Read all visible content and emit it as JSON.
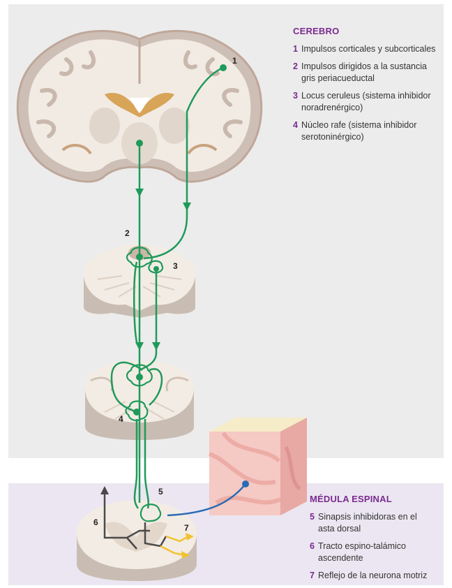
{
  "cerebro": {
    "heading": "CEREBRO",
    "items": [
      {
        "num": "1",
        "text": "Impulsos corticales y subcorticales"
      },
      {
        "num": "2",
        "text": "Impulsos dirigidos a la sustancia gris periacueductal"
      },
      {
        "num": "3",
        "text": "Locus ceruleus (sistema inhibidor noradrenérgico)"
      },
      {
        "num": "4",
        "text": "Núcleo rafe (sistema inhibidor serotoninérgico)"
      }
    ]
  },
  "medula": {
    "heading": "MÉDULA ESPINAL",
    "items": [
      {
        "num": "5",
        "text": "Sinapsis inhibidoras en el asta dorsal"
      },
      {
        "num": "6",
        "text": "Tracto espino-talámico ascendente"
      },
      {
        "num": "7",
        "text": "Reflejo de la neurona motriz"
      }
    ]
  },
  "markers": {
    "m1": "1",
    "m2": "2",
    "m3": "3",
    "m4": "4",
    "m5": "5",
    "m6": "6",
    "m7": "7"
  },
  "colors": {
    "pathway_green": "#1f9a5a",
    "sensory_blue": "#2a6bb3",
    "motor_yellow": "#f2c230",
    "ascending_dark": "#4a4a4a",
    "accent_purple": "#7a2b8f"
  }
}
